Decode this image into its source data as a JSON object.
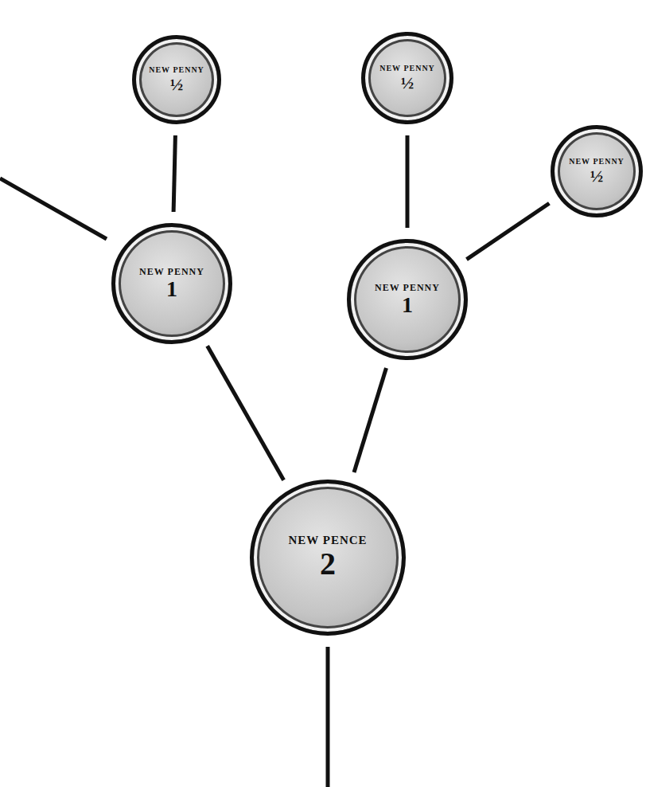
{
  "diagram": {
    "nodes": [
      {
        "text": [
          "NEW PENNY",
          "½"
        ]
      },
      {
        "text": [
          "NEW PENNY",
          "½"
        ]
      },
      {
        "text": [
          "NEW PENNY",
          "½"
        ]
      },
      {
        "text": [
          "NEW PENNY",
          "1"
        ]
      },
      {
        "text": [
          "NEW PENNY",
          "1"
        ]
      },
      {
        "text": [
          "NEW PENCE",
          "2"
        ]
      }
    ],
    "edges": [
      {
        "from": 5,
        "to": 3,
        "arrow": "none"
      },
      {
        "from": 5,
        "to": 4,
        "arrow": "none"
      },
      {
        "from": 3,
        "to": 0,
        "arrow": "none"
      },
      {
        "from": 4,
        "to": 1,
        "arrow": "none"
      },
      {
        "from": 4,
        "to": 2,
        "arrow": "none"
      }
    ]
  }
}
